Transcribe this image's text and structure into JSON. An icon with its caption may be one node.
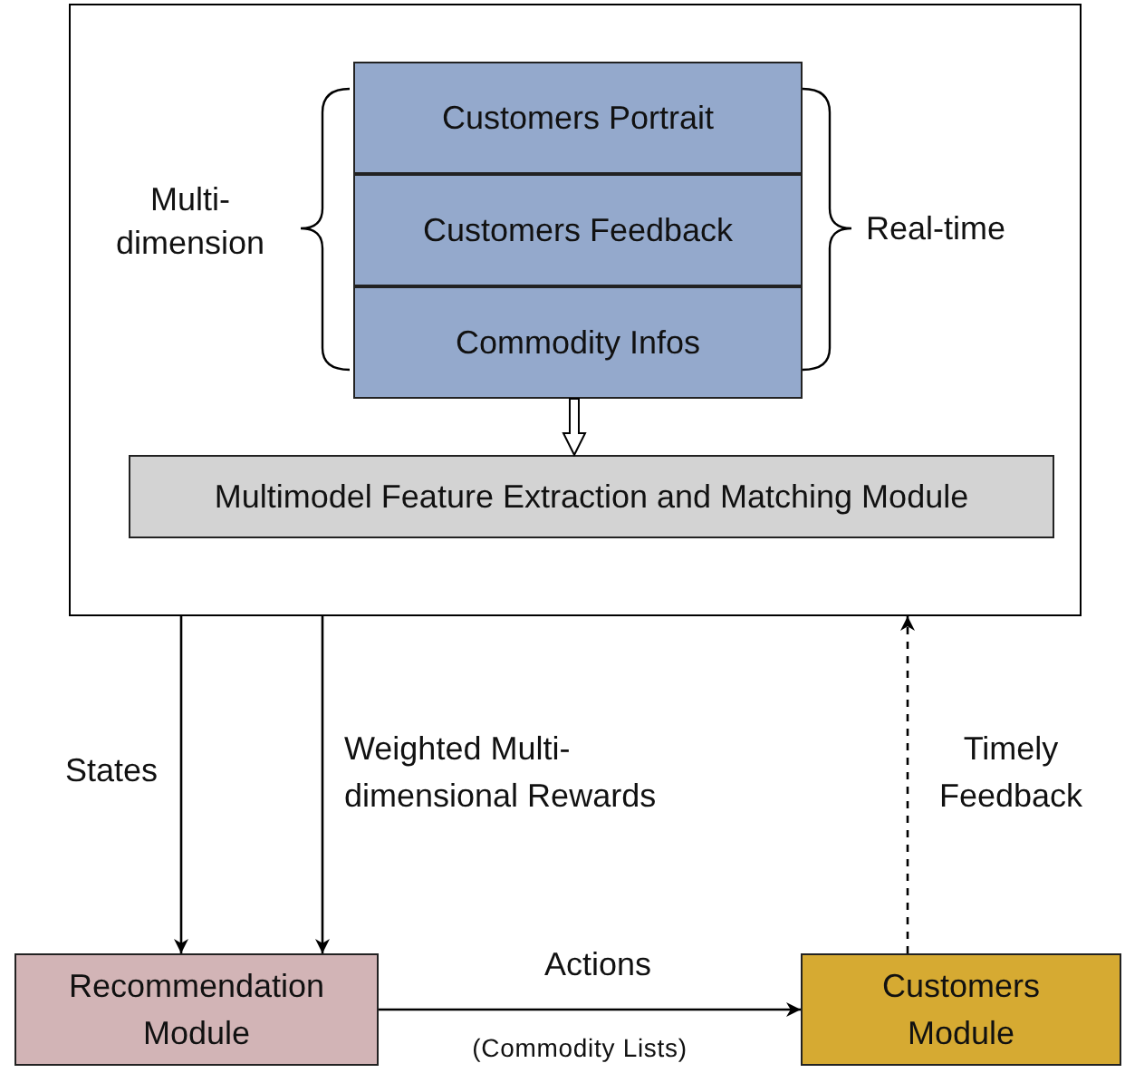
{
  "diagram": {
    "nodes": [
      {
        "text": [],
        "shape": "box"
      },
      {
        "text": [
          "Customers Portrait"
        ],
        "in": 0
      },
      {
        "text": [
          "Customers Feedback"
        ],
        "in": 0
      },
      {
        "text": [
          "Commodity Infos"
        ],
        "in": 0
      },
      {
        "text": [
          "Multimodel Feature Extraction and Matching Module"
        ],
        "in": 0
      },
      {
        "text": [
          "Recommendation Module"
        ]
      },
      {
        "text": [
          "Customers Module"
        ]
      }
    ],
    "edges": [
      {
        "from": 3,
        "to": 4,
        "arrow": "to",
        "style": "thick"
      },
      {
        "from": 0,
        "to": 5,
        "arrow": "to",
        "label": "States"
      },
      {
        "from": 0,
        "to": 5,
        "arrow": "to",
        "label": "Weighted Multi-dimensional Rewards"
      },
      {
        "from": 5,
        "to": 6,
        "arrow": "to",
        "label": "Actions"
      },
      {
        "from": 6,
        "to": 0,
        "arrow": "to",
        "label": "Timely Feedback",
        "style": "dashed"
      }
    ],
    "labels": [
      "Multi-dimension",
      "Real-time",
      "(Commodity Lists)"
    ]
  }
}
